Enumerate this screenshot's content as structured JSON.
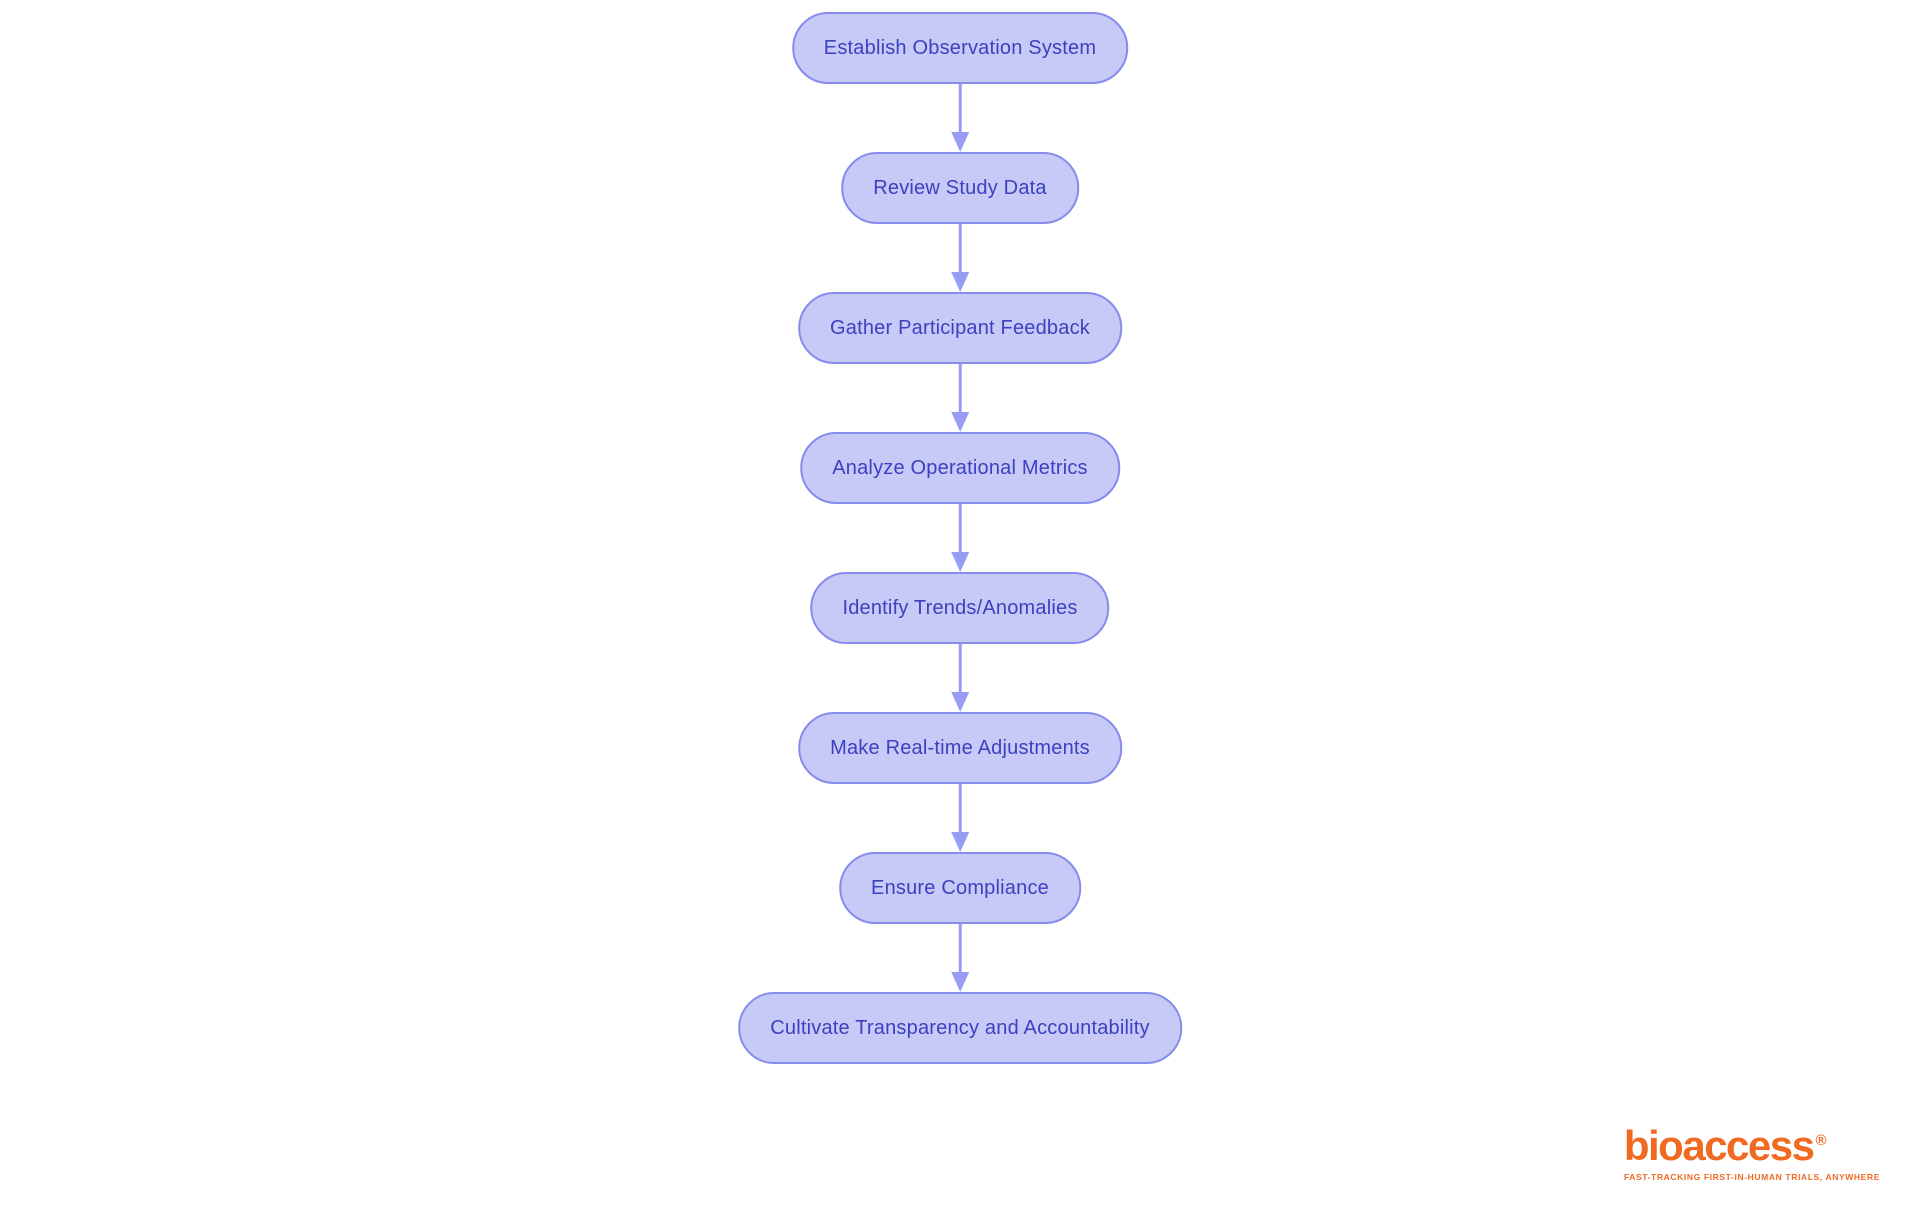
{
  "flowchart": {
    "nodes": [
      {
        "label": "Establish Observation System"
      },
      {
        "label": "Review Study Data"
      },
      {
        "label": "Gather Participant Feedback"
      },
      {
        "label": "Analyze Operational Metrics"
      },
      {
        "label": "Identify Trends/Anomalies"
      },
      {
        "label": "Make Real-time Adjustments"
      },
      {
        "label": "Ensure Compliance"
      },
      {
        "label": "Cultivate Transparency and Accountability"
      }
    ]
  },
  "logo": {
    "wordmark": "bioaccess",
    "registered": "®",
    "tagline": "FAST-TRACKING FIRST-IN-HUMAN TRIALS, ANYWHERE"
  },
  "colors": {
    "node_fill": "#c7c9f7",
    "node_border": "#868ceb",
    "node_text": "#3c41c0",
    "arrow": "#979df2",
    "logo_orange": "#f06a21",
    "background": "#ffffff"
  }
}
